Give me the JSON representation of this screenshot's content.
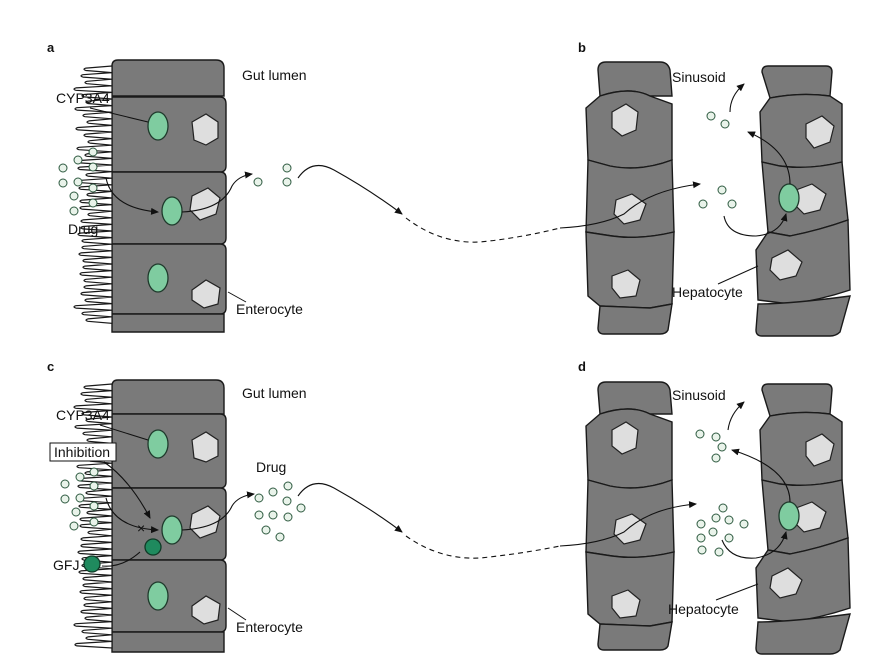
{
  "panels": {
    "a": {
      "letter": "a",
      "gut_lumen": "Gut lumen",
      "cyp3a4": "CYP3A4",
      "drug": "Drug",
      "enterocyte": "Enterocyte"
    },
    "b": {
      "letter": "b",
      "sinusoid": "Sinusoid",
      "hepatocyte": "Hepatocyte"
    },
    "c": {
      "letter": "c",
      "gut_lumen": "Gut lumen",
      "cyp3a4": "CYP3A4",
      "inhibition": "Inhibition",
      "drug": "Drug",
      "gfj": "GFJ",
      "enterocyte": "Enterocyte",
      "inhibition_mark": "×"
    },
    "d": {
      "letter": "d",
      "sinusoid": "Sinusoid",
      "hepatocyte": "Hepatocyte"
    }
  },
  "colors": {
    "cell_fill": "#7a7a7a",
    "nucleus_fill": "#dedede",
    "cyp3a4_fill": "#7fcca0",
    "drug_fill": "#e9f3ea",
    "gfj_fill": "#1f8a5e"
  }
}
